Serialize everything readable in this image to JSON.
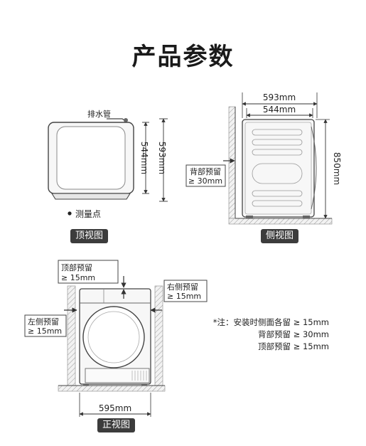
{
  "title": "产品参数",
  "top_view": {
    "drain_label": "排水管",
    "depth_inner": "544mm",
    "depth_outer": "593mm",
    "measure_point": "测量点",
    "caption": "顶视图"
  },
  "side_view": {
    "depth_outer": "593mm",
    "depth_inner": "544mm",
    "height": "850mm",
    "back_clearance_line1": "背部预留",
    "back_clearance_line2": "≥ 30mm",
    "caption": "侧视图"
  },
  "front_view": {
    "top_clearance_line1": "顶部预留",
    "top_clearance_line2": "≥ 15mm",
    "right_clearance_line1": "右侧预留",
    "right_clearance_line2": "≥ 15mm",
    "left_clearance_line1": "左侧预留",
    "left_clearance_line2": "≥ 15mm",
    "width": "595mm",
    "caption": "正视图"
  },
  "notes": [
    "*注：安装时侧面各留 ≥ 15mm",
    "背部预留 ≥ 30mm",
    "顶部预留 ≥ 15mm"
  ]
}
